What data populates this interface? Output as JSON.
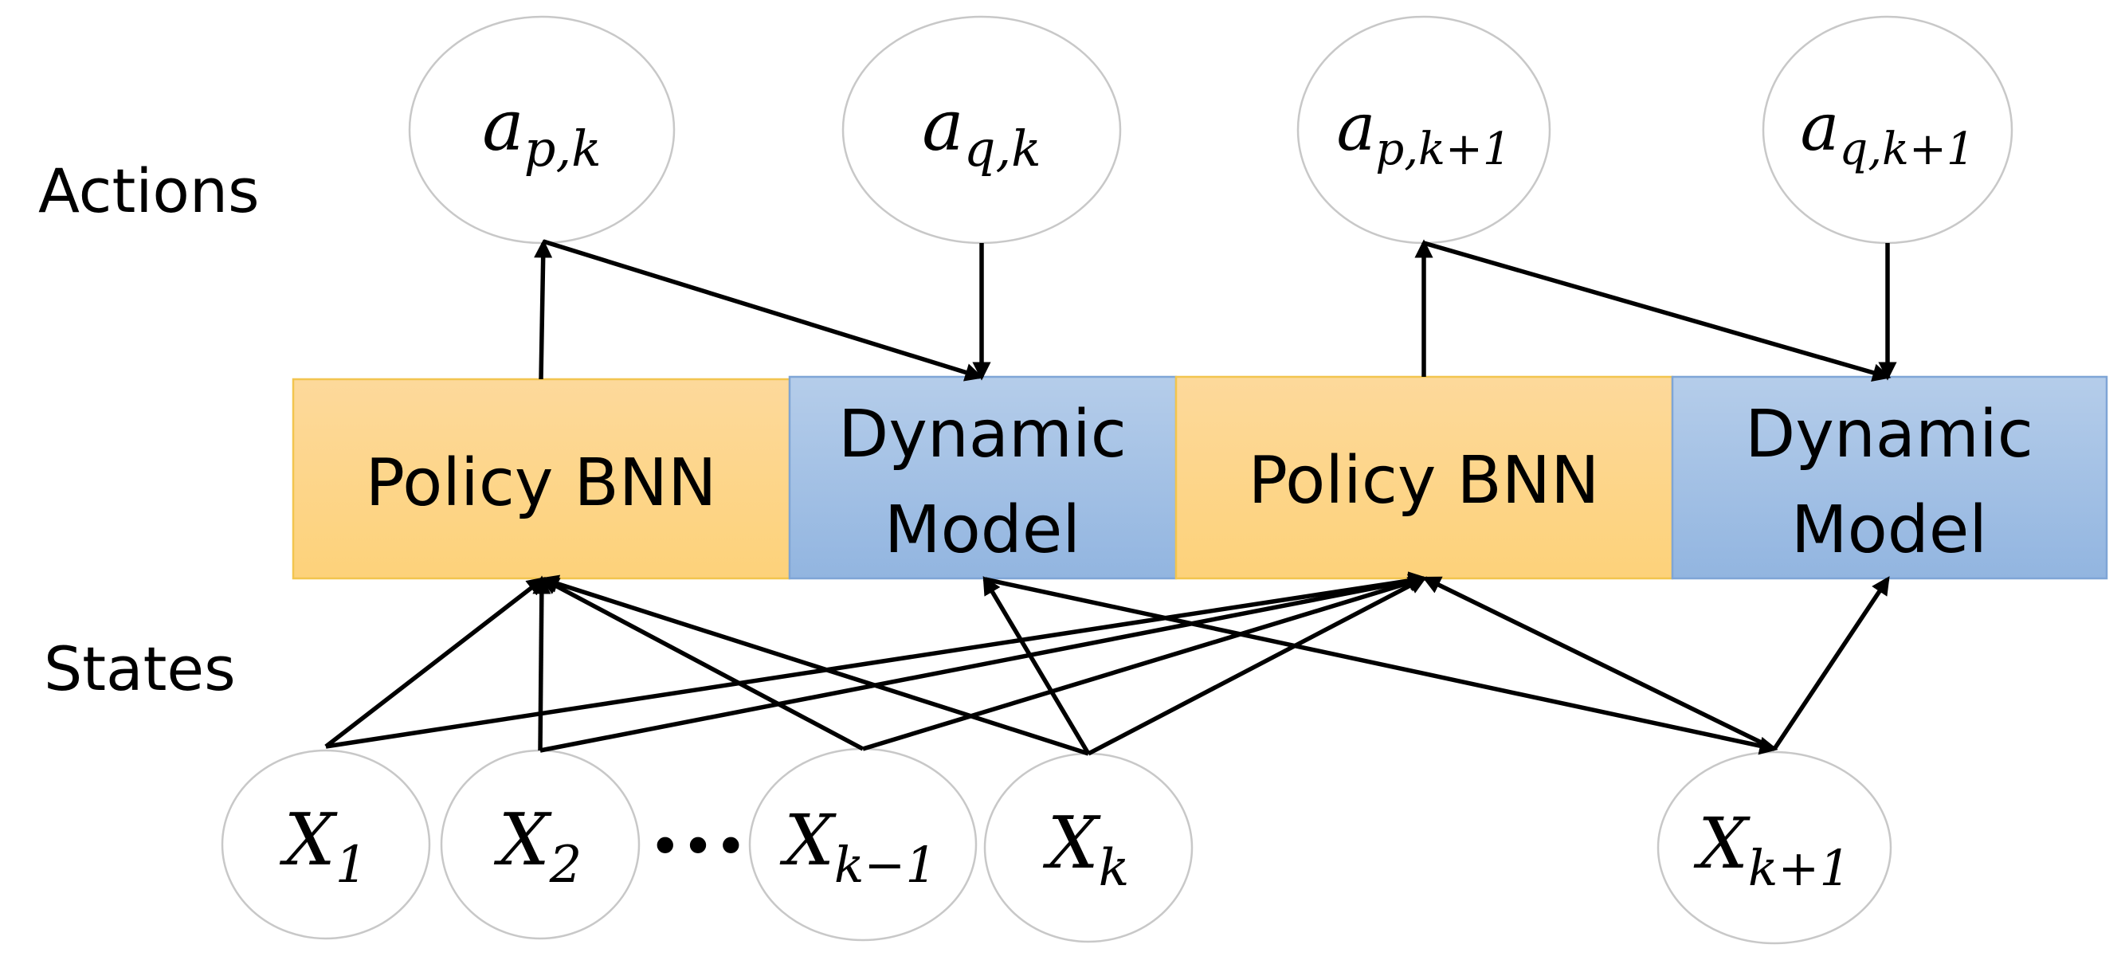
{
  "row_labels": {
    "actions": "Actions",
    "states": "States"
  },
  "blocks": [
    {
      "id": "policy-bnn-1",
      "type": "policy",
      "lines": [
        "Policy BNN"
      ]
    },
    {
      "id": "dynamic-model-1",
      "type": "dynamic",
      "lines": [
        "Dynamic",
        "Model"
      ]
    },
    {
      "id": "policy-bnn-2",
      "type": "policy",
      "lines": [
        "Policy BNN"
      ]
    },
    {
      "id": "dynamic-model-2",
      "type": "dynamic",
      "lines": [
        "Dynamic",
        "Model"
      ]
    }
  ],
  "action_nodes": [
    {
      "id": "a-p-k",
      "base": "a",
      "sub": "p,k"
    },
    {
      "id": "a-q-k",
      "base": "a",
      "sub": "q,k"
    },
    {
      "id": "a-p-k1",
      "base": "a",
      "sub": "p,k+1"
    },
    {
      "id": "a-q-k1",
      "base": "a",
      "sub": "q,k+1"
    }
  ],
  "state_nodes": [
    {
      "id": "x-1",
      "base": "X",
      "sub": "1"
    },
    {
      "id": "x-2",
      "base": "X",
      "sub": "2"
    },
    {
      "id": "x-k-1",
      "base": "X",
      "sub": "k−1"
    },
    {
      "id": "x-k",
      "base": "X",
      "sub": "k"
    },
    {
      "id": "x-k1",
      "base": "X",
      "sub": "k+1"
    }
  ],
  "ellipsis": "•••",
  "colors": {
    "policy_top": "#fdd99b",
    "policy_bottom": "#fdd27a",
    "policy_stroke": "#f2c54f",
    "dynamic_top": "#b5cdea",
    "dynamic_bottom": "#92b5e0",
    "dynamic_stroke": "#7fa5d6",
    "node_stroke": "#c8c8c8",
    "edge": "#000000"
  },
  "edges": [
    {
      "from": "policy-bnn-1",
      "to": "a-p-k"
    },
    {
      "from": "a-p-k",
      "to": "dynamic-model-1"
    },
    {
      "from": "a-q-k",
      "to": "dynamic-model-1"
    },
    {
      "from": "policy-bnn-2",
      "to": "a-p-k1"
    },
    {
      "from": "a-p-k1",
      "to": "dynamic-model-2"
    },
    {
      "from": "a-q-k1",
      "to": "dynamic-model-2"
    },
    {
      "from": "x-1",
      "to": "policy-bnn-1"
    },
    {
      "from": "x-2",
      "to": "policy-bnn-1"
    },
    {
      "from": "x-k-1",
      "to": "policy-bnn-1"
    },
    {
      "from": "x-k",
      "to": "policy-bnn-1"
    },
    {
      "from": "x-1",
      "to": "policy-bnn-2"
    },
    {
      "from": "x-2",
      "to": "policy-bnn-2"
    },
    {
      "from": "x-k-1",
      "to": "policy-bnn-2"
    },
    {
      "from": "x-k",
      "to": "policy-bnn-2"
    },
    {
      "from": "x-k",
      "to": "dynamic-model-1"
    },
    {
      "from": "dynamic-model-1",
      "to": "x-k1"
    },
    {
      "from": "x-k1",
      "to": "policy-bnn-2"
    },
    {
      "from": "x-k1",
      "to": "dynamic-model-2"
    }
  ]
}
